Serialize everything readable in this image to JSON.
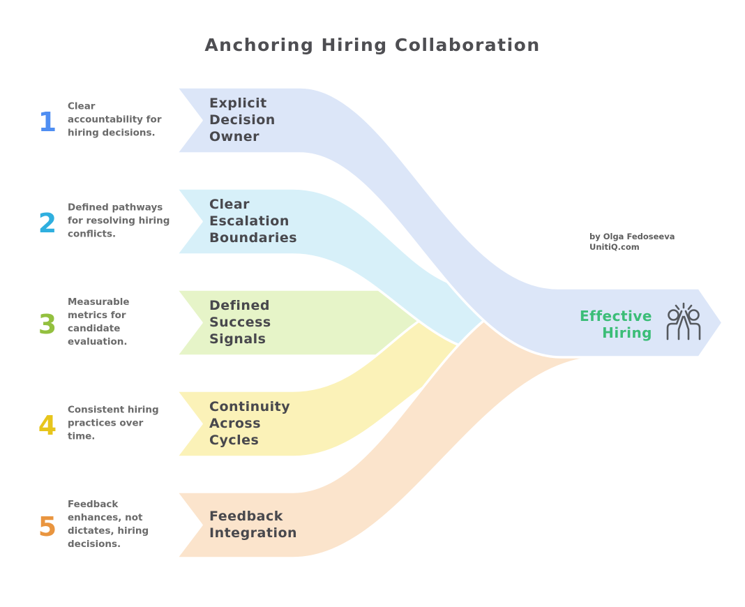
{
  "title": "Anchoring Hiring Collaboration",
  "items": [
    {
      "number": "1",
      "number_color": "#4f8ef2",
      "description": "Clear\naccountability for\nhiring decisions.",
      "label": "Explicit\nDecision\nOwner",
      "band_color": "#dce6f8"
    },
    {
      "number": "2",
      "number_color": "#2fafdf",
      "description": "Defined pathways\nfor resolving hiring\nconflicts.",
      "label": "Clear\nEscalation\nBoundaries",
      "band_color": "#d7f0f9"
    },
    {
      "number": "3",
      "number_color": "#93c03f",
      "description": "Measurable\nmetrics for\ncandidate\nevaluation.",
      "label": "Defined\nSuccess\nSignals",
      "band_color": "#e6f4c8"
    },
    {
      "number": "4",
      "number_color": "#e7c51c",
      "description": "Consistent hiring\npractices over\ntime.",
      "label": "Continuity\nAcross\nCycles",
      "band_color": "#fbf2b8"
    },
    {
      "number": "5",
      "number_color": "#e9953f",
      "description": "Feedback\nenhances, not\ndictates, hiring\ndecisions.",
      "label": "Feedback\nIntegration",
      "band_color": "#fbe4cc"
    }
  ],
  "result": {
    "label": "Effective\nHiring",
    "color": "#3bbd77",
    "icon": "high-five-icon",
    "icon_color": "#55595e"
  },
  "attribution": "by Olga Fedoseeva\nUnitiQ.com"
}
